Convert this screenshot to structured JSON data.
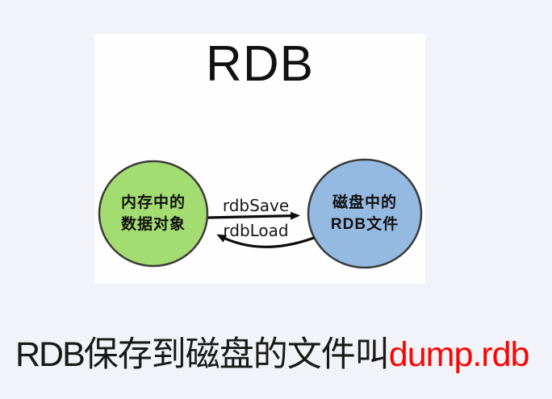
{
  "page": {
    "background_color": "#f2f3f8",
    "panel_color": "#fefefe"
  },
  "diagram": {
    "title": "RDB",
    "nodes": [
      {
        "id": "memory-data-object",
        "label_line1": "内存中的",
        "label_line2": "数据对象",
        "fill": "#a3dc71",
        "stroke": "#3b3b3b"
      },
      {
        "id": "rdb-file-on-disk",
        "label_line1": "磁盘中的",
        "label_line2": "RDB文件",
        "fill": "#95bae1",
        "stroke": "#3b3b3b"
      }
    ],
    "edges": [
      {
        "label": "rdbSave",
        "from": "memory-data-object",
        "to": "rdb-file-on-disk",
        "direction": "right"
      },
      {
        "label": "rdbLoad",
        "from": "rdb-file-on-disk",
        "to": "memory-data-object",
        "direction": "left"
      }
    ]
  },
  "caption": {
    "prefix_latin": "RDB",
    "text_cjk": "保存到磁盘的文件叫",
    "highlight": "dump.rdb",
    "highlight_color": "#fb0404",
    "text_color": "#191919"
  }
}
